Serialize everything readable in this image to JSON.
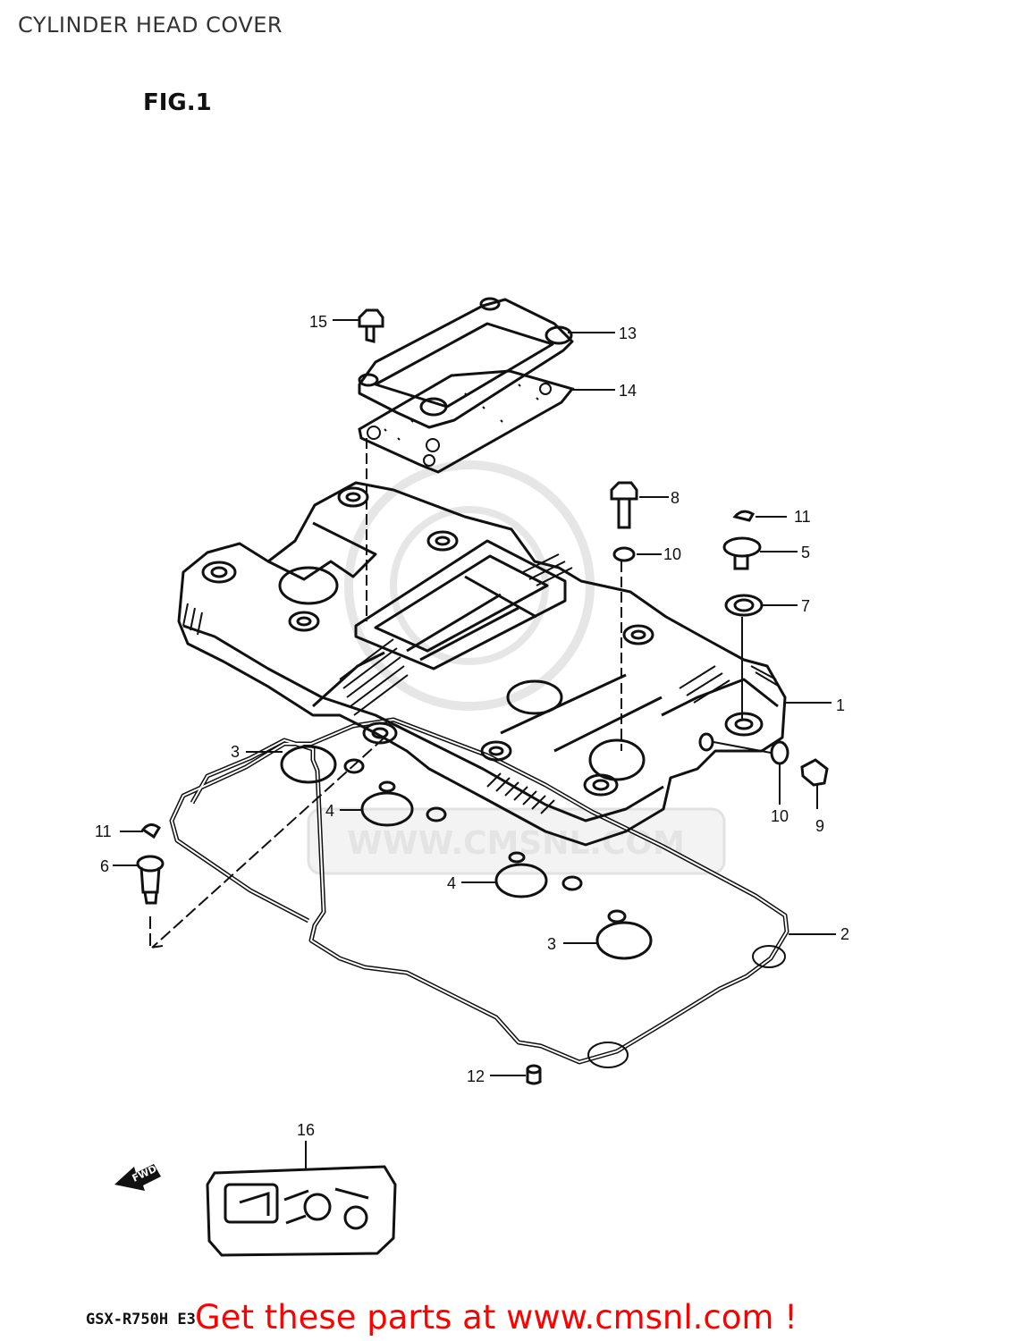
{
  "header": {
    "title": "CYLINDER HEAD COVER"
  },
  "figure": {
    "label": "FIG.1"
  },
  "watermark": {
    "text": "WWW.CMSNL.COM"
  },
  "direction_badge": {
    "text": "FWD"
  },
  "callouts": [
    {
      "num": "15"
    },
    {
      "num": "13"
    },
    {
      "num": "14"
    },
    {
      "num": "8"
    },
    {
      "num": "11"
    },
    {
      "num": "10"
    },
    {
      "num": "5"
    },
    {
      "num": "7"
    },
    {
      "num": "1"
    },
    {
      "num": "3"
    },
    {
      "num": "10"
    },
    {
      "num": "9"
    },
    {
      "num": "4"
    },
    {
      "num": "11"
    },
    {
      "num": "6"
    },
    {
      "num": "4"
    },
    {
      "num": "2"
    },
    {
      "num": "3"
    },
    {
      "num": "12"
    },
    {
      "num": "16"
    }
  ],
  "footer": {
    "model_code": "GSX-R750H E3",
    "promo": "Get these parts at www.cmsnl.com !"
  },
  "colors": {
    "line": "#111111",
    "promo": "#ff0000",
    "watermark": "#e4e4e4"
  }
}
